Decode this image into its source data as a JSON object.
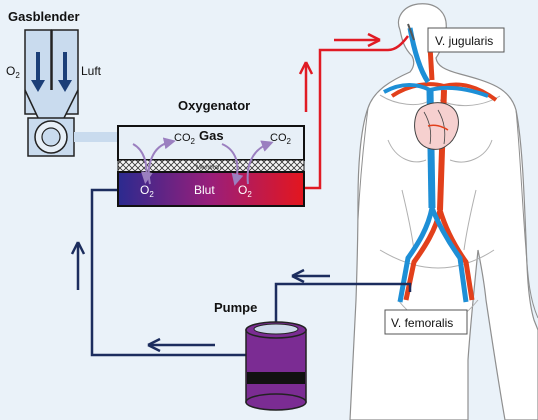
{
  "labels": {
    "gasblender": "Gasblender",
    "o2": "O",
    "o2_sub": "2",
    "luft": "Luft",
    "oxygenator": "Oxygenator",
    "gas": "Gas",
    "co2": "CO",
    "co2_sub": "2",
    "membran": "Membran",
    "blut": "Blut",
    "pumpe": "Pumpe",
    "v_jugularis": "V. jugularis",
    "v_femoralis": "V. femoralis"
  },
  "colors": {
    "background": "#eaf2f9",
    "venous_line": "#1c2d5e",
    "arterial_line": "#e01b24",
    "blender_fill": "#c9dbee",
    "blender_stroke": "#222222",
    "blood_start": "#2b2a8f",
    "blood_mid": "#9a1e7a",
    "blood_end": "#e4161e",
    "gas_fill": "#e7eff7",
    "pump_fill": "#7b2c93",
    "pump_top": "#cdd9ea",
    "pump_band": "#111111",
    "arrow_purple": "#9b7fc0",
    "body_fill": "#ffffff",
    "body_stroke": "#8f8f8f",
    "vein_blue": "#1e8fd6",
    "artery_red": "#e2401b"
  }
}
